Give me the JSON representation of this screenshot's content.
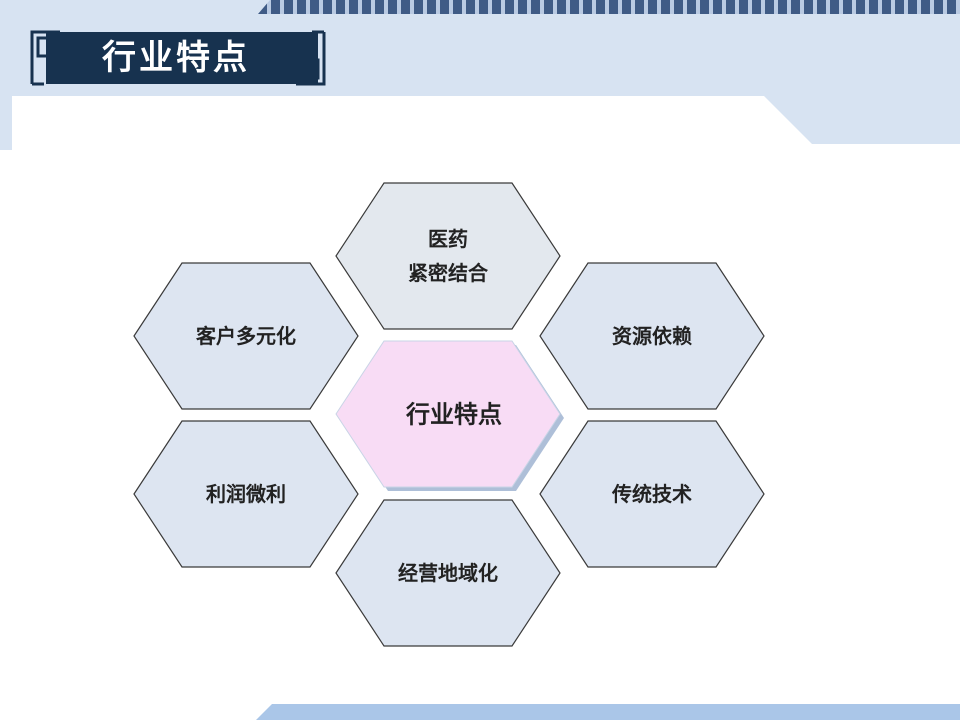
{
  "slide": {
    "title": "行业特点"
  },
  "diagram": {
    "center": {
      "label": "行业特点",
      "color": "#f8dcf5"
    },
    "hexagons": [
      {
        "id": "top",
        "lines": [
          "医药",
          "紧密结合"
        ],
        "color": "#e3e8ee"
      },
      {
        "id": "upper-left",
        "lines": [
          "客户多元化"
        ],
        "color": "#dde5f1"
      },
      {
        "id": "upper-right",
        "lines": [
          "资源依赖"
        ],
        "color": "#dde5f1"
      },
      {
        "id": "lower-left",
        "lines": [
          "利润微利"
        ],
        "color": "#dde5f1"
      },
      {
        "id": "lower-right",
        "lines": [
          "传统技术"
        ],
        "color": "#dde5f1"
      },
      {
        "id": "bottom",
        "lines": [
          "经营地域化"
        ],
        "color": "#dde5f1"
      }
    ]
  },
  "colors": {
    "header_band": "#d7e3f2",
    "title_plate": "#17324f",
    "strip_dark": "#3f5b86",
    "strip_light": "#aac6e8",
    "hex_border": "#3a3a3a"
  }
}
